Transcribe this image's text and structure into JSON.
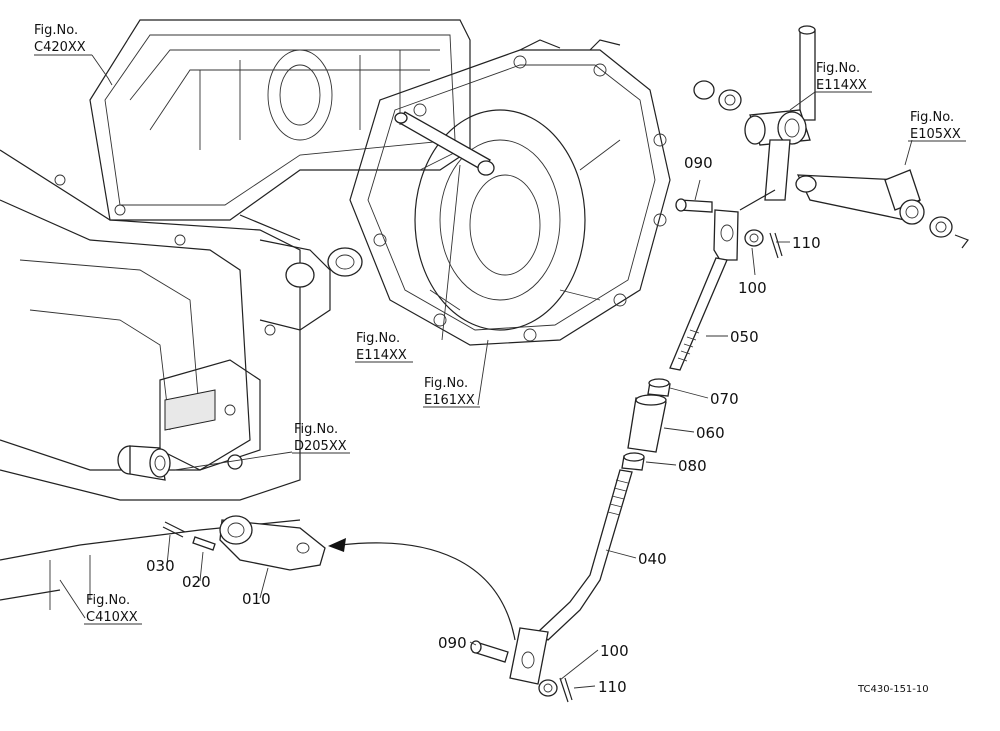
{
  "figure_refs": [
    {
      "id": "c420",
      "prefix": "Fig.No.",
      "code": "C420XX"
    },
    {
      "id": "e114_top",
      "prefix": "Fig.No.",
      "code": "E114XX"
    },
    {
      "id": "e105",
      "prefix": "Fig.No.",
      "code": "E105XX"
    },
    {
      "id": "e114_mid",
      "prefix": "Fig.No.",
      "code": "E114XX"
    },
    {
      "id": "e161",
      "prefix": "Fig.No.",
      "code": "E161XX"
    },
    {
      "id": "d205",
      "prefix": "Fig.No.",
      "code": "D205XX"
    },
    {
      "id": "c410",
      "prefix": "Fig.No.",
      "code": "C410XX"
    }
  ],
  "part_labels": {
    "p090_top": "090",
    "p110_top": "110",
    "p100_top": "100",
    "p050": "050",
    "p070": "070",
    "p060": "060",
    "p080": "080",
    "p040": "040",
    "p030": "030",
    "p020": "020",
    "p010": "010",
    "p090_bot": "090",
    "p100_bot": "100",
    "p110_bot": "110"
  },
  "drawing_code": "TC430-151-10"
}
